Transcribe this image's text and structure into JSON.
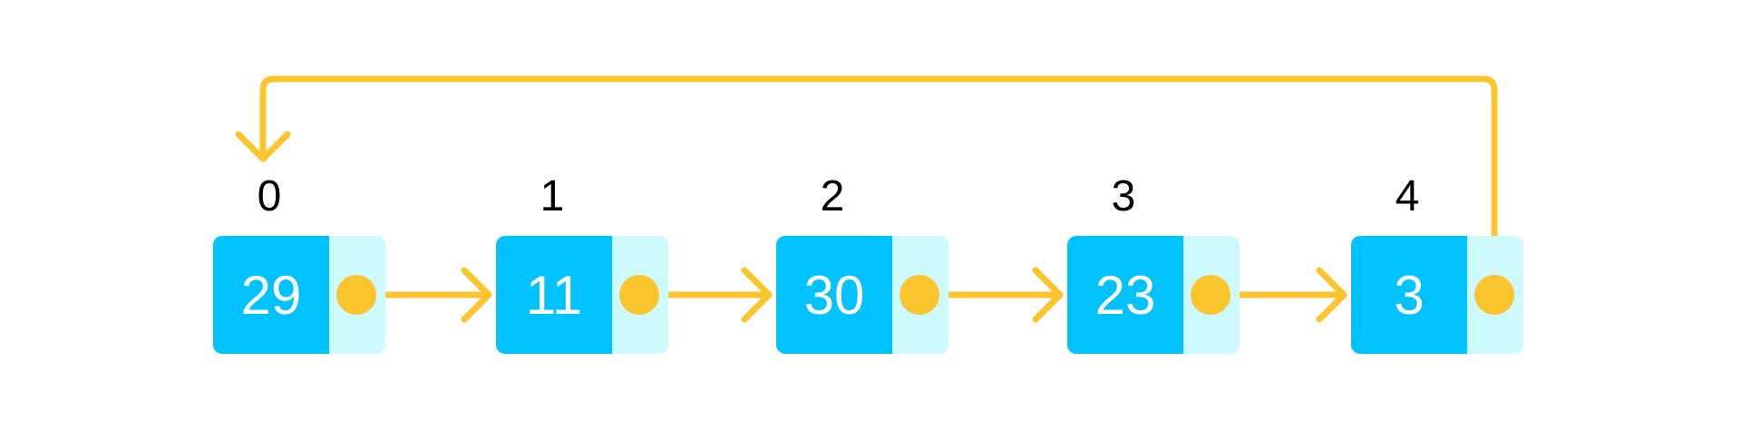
{
  "colors": {
    "background": "#ffffff",
    "node_value_fill": "#00c2ff",
    "node_pointer_fill": "#cdfafe",
    "pointer_and_arrow": "#fdc52d",
    "index_text": "#000000",
    "value_text": "#ffffff"
  },
  "nodes": [
    {
      "index": "0",
      "value": "29"
    },
    {
      "index": "1",
      "value": "11"
    },
    {
      "index": "2",
      "value": "30"
    },
    {
      "index": "3",
      "value": "23"
    },
    {
      "index": "4",
      "value": "3"
    }
  ],
  "links": [
    {
      "from": 0,
      "to": 1
    },
    {
      "from": 1,
      "to": 2
    },
    {
      "from": 2,
      "to": 3
    },
    {
      "from": 3,
      "to": 4
    },
    {
      "from": 4,
      "to": 0,
      "route": "loop-over-top"
    }
  ]
}
